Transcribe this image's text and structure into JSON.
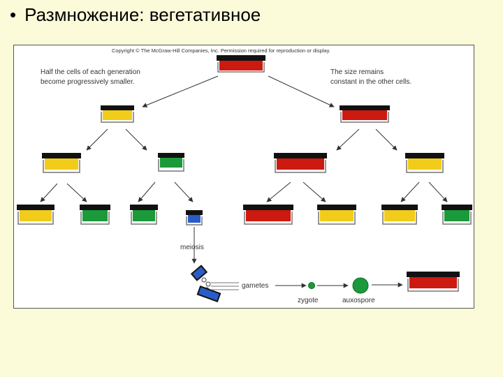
{
  "slide": {
    "bullet": "•",
    "title": "Размножение: вегетативное"
  },
  "figure": {
    "copyright": "Copyright © The McGraw-Hill Companies, Inc. Permission required for reproduction or display.",
    "left_note_line1": "Half the cells of each generation",
    "left_note_line2": "become progressively smaller.",
    "right_note_line1": "The size remains",
    "right_note_line2": "constant in the other cells.",
    "meiosis_label": "meiosis",
    "gametes_label": "gametes",
    "zygote_label": "zygote",
    "auxospore_label": "auxospore"
  },
  "colors": {
    "red": "#cc1a10",
    "yellow": "#f2cc1a",
    "green": "#1a9a3a",
    "blue": "#2a5cc8",
    "epitheca": "#111111",
    "hypotheca": "#ffffff"
  },
  "icons": [
    "diatom-cell",
    "arrow",
    "zygote-dot",
    "auxospore-circle",
    "gamete-cell"
  ]
}
